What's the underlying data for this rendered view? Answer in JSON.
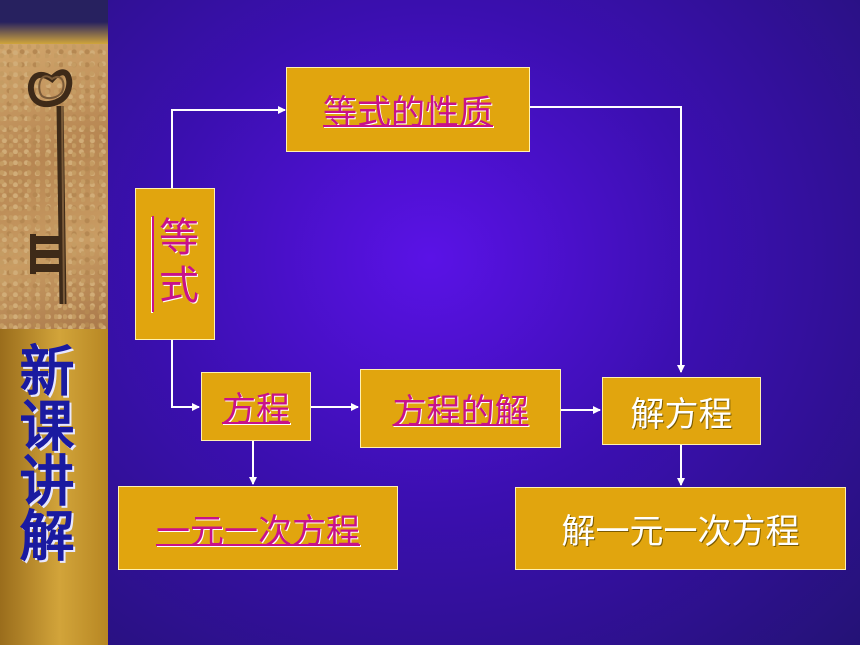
{
  "sidebar": {
    "title": "新课讲解"
  },
  "nodes": {
    "equation": "等式",
    "equation_props": "等式的性质",
    "fangcheng": "方程",
    "solution": "方程的解",
    "solve": "解方程",
    "linear": "一元一次方程",
    "solve_linear": "解一元一次方程"
  },
  "colors": {
    "box_fill": "#e1a50e",
    "link_text": "#c8118a",
    "background": "#3b0fb0"
  }
}
